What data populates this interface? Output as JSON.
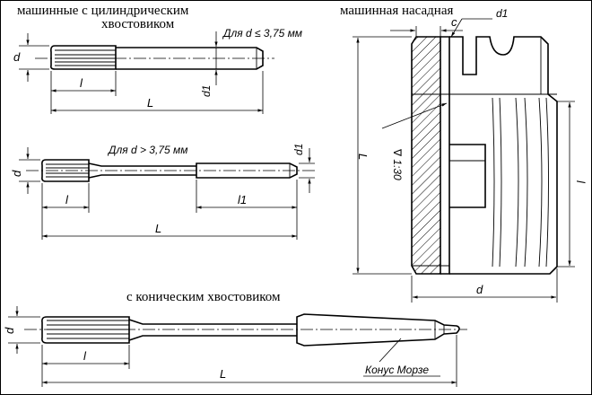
{
  "headings": {
    "cylindrical_1": "машинные с цилиндрическим",
    "cylindrical_2": "хвостовиком",
    "shell": "машинная насадная",
    "conical": "с коническим хвостовиком"
  },
  "notes": {
    "small_d": "Для d ≤ 3,75 мм",
    "large_d": "Для d > 3,75 мм",
    "morse": "Конус Морзе",
    "taper": "∇ 1:30"
  },
  "labels": {
    "d": "d",
    "d1": "d1",
    "l": "l",
    "L": "L",
    "l1": "l1",
    "c": "c"
  }
}
